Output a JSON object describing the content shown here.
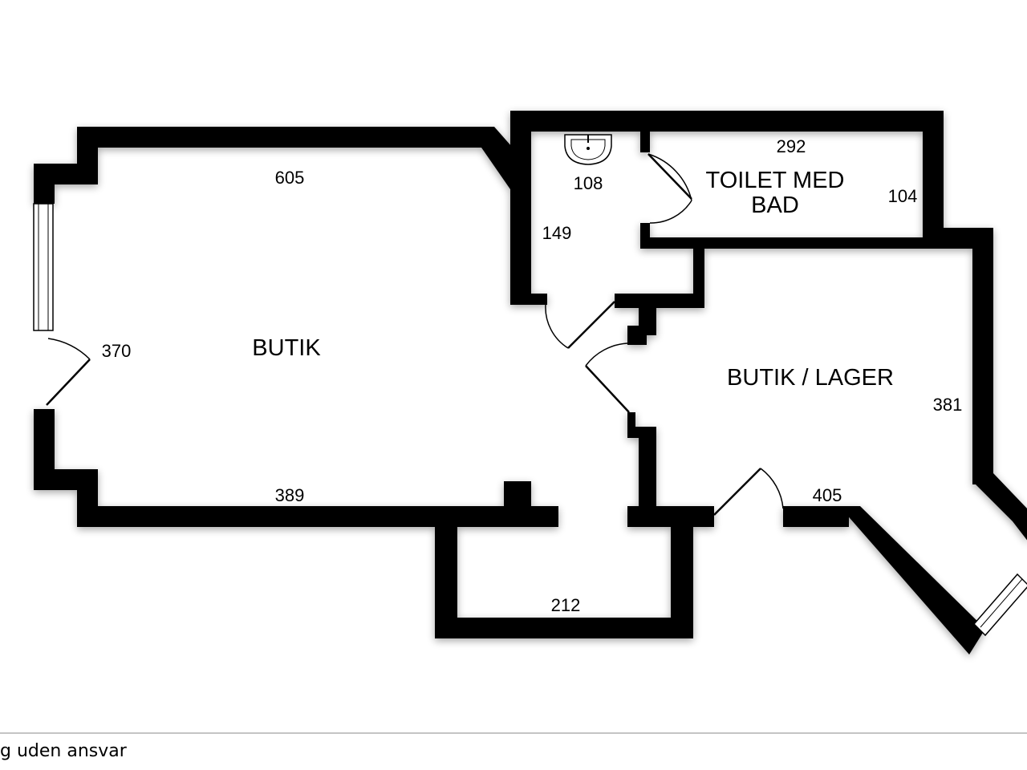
{
  "rooms": {
    "butik": "BUTIK",
    "toilet_line1": "TOILET MED",
    "toilet_line2": "BAD",
    "butik_lager": "BUTIK / LAGER"
  },
  "dimensions": {
    "top_main": "605",
    "left_main": "370",
    "bottom_main": "389",
    "bay_bottom": "212",
    "hall_sink": "108",
    "hall_side": "149",
    "toilet_top": "292",
    "toilet_side": "104",
    "lager_side": "381",
    "lager_bottom": "405"
  },
  "footer": {
    "disclaimer": "g uden ansvar"
  },
  "icons": [
    "sink-icon",
    "door-icon",
    "window-icon"
  ]
}
